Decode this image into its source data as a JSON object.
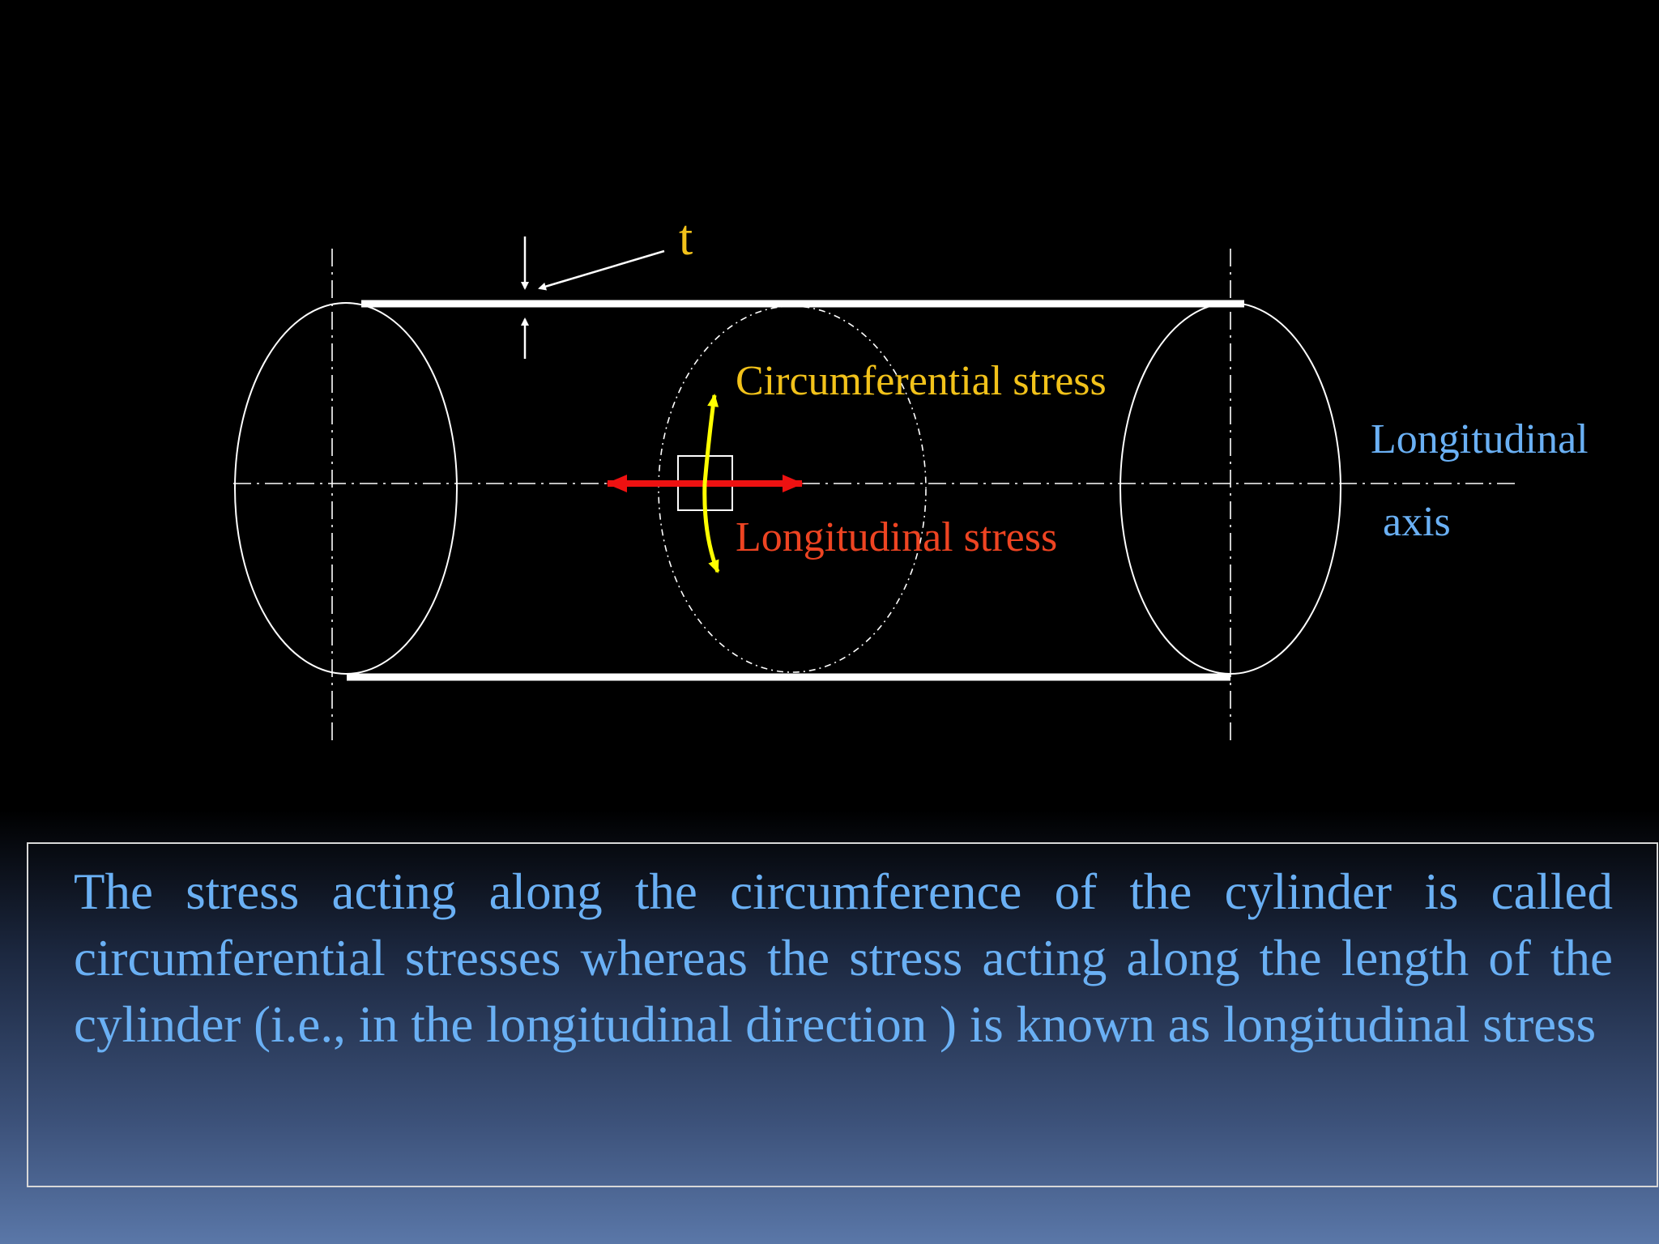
{
  "diagram": {
    "thickness_label": "t",
    "circumferential_label": "Circumferential stress",
    "longitudinal_stress_label": "Longitudinal stress",
    "axis_label_line1": "Longitudinal",
    "axis_label_line2": "axis",
    "colors": {
      "outline": "#ffffff",
      "thickness_label": "#f2c21a",
      "circumferential": "#f2c21a",
      "circumferential_arrow": "#ffff00",
      "longitudinal_stress": "#ee4422",
      "longitudinal_arrow": "#ee1111",
      "axis_label": "#6ab0f4"
    }
  },
  "caption": {
    "text": "The stress acting along the circumference of the cylinder is called circumferential stresses whereas the stress acting along the length of the cylinder (i.e., in the longitudinal direction ) is known as longitudinal stress"
  }
}
